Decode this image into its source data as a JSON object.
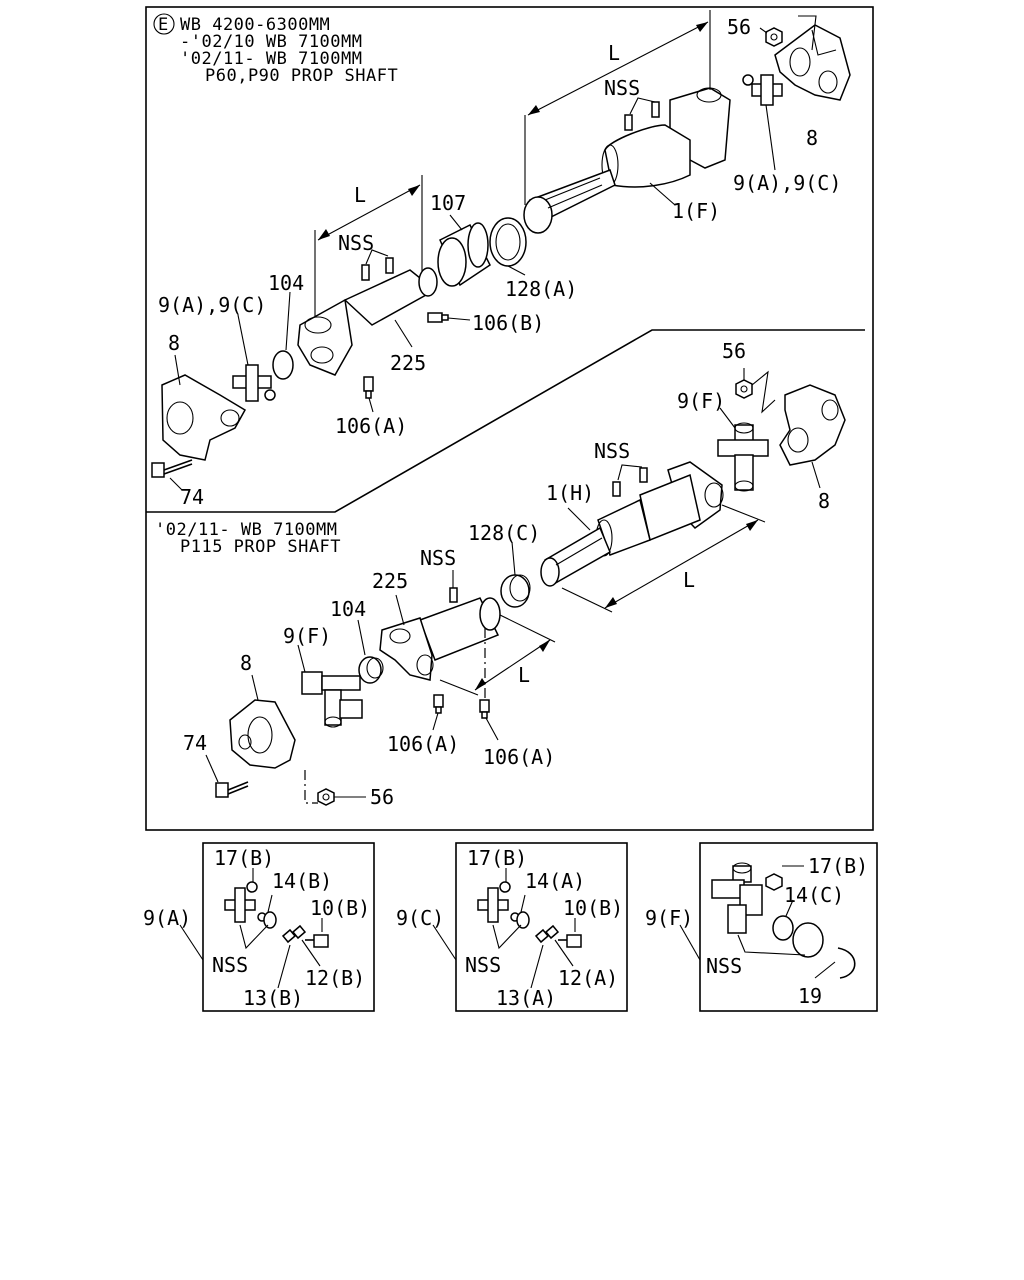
{
  "header": {
    "code_letter": "E",
    "line1": "WB 4200-6300MM",
    "line2": "-'02/10 WB 7100MM",
    "line3": "'02/11- WB 7100MM",
    "line4": "P60,P90 PROP SHAFT"
  },
  "section2": {
    "line1": "'02/11- WB 7100MM",
    "line2": "P115 PROP SHAFT"
  },
  "upper_labels": {
    "p56": "56",
    "p8_right": "8",
    "p9ac_right": "9(A),9(C)",
    "p1f": "1(F)",
    "nss_top": "NSS",
    "l_top": "L",
    "p107": "107",
    "p128a": "128(A)",
    "l_mid": "L",
    "nss_mid": "NSS",
    "p104": "104",
    "p9ac_left": "9(A),9(C)",
    "p8_left": "8",
    "p106b": "106(B)",
    "p225": "225",
    "p106a": "106(A)",
    "p74": "74"
  },
  "lower_labels": {
    "p56": "56",
    "p9f": "9(F)",
    "nss": "NSS",
    "p1h": "1(H)",
    "p8_right": "8",
    "p128c": "128(C)",
    "l_right": "L",
    "nss2": "NSS",
    "p225": "225",
    "p104": "104",
    "p9f_left": "9(F)",
    "p8_left": "8",
    "l_small": "L",
    "p106a_1": "106(A)",
    "p106a_2": "106(A)",
    "p74": "74",
    "p56_bottom": "56"
  },
  "kit_a": {
    "label": "9(A)",
    "p17": "17(B)",
    "p14": "14(B)",
    "p10": "10(B)",
    "nss": "NSS",
    "p12": "12(B)",
    "p13": "13(B)"
  },
  "kit_c": {
    "label": "9(C)",
    "p17": "17(B)",
    "p14": "14(A)",
    "p10": "10(B)",
    "nss": "NSS",
    "p12": "12(A)",
    "p13": "13(A)"
  },
  "kit_f": {
    "label": "9(F)",
    "p17": "17(B)",
    "p14": "14(C)",
    "nss": "NSS",
    "p19": "19"
  }
}
